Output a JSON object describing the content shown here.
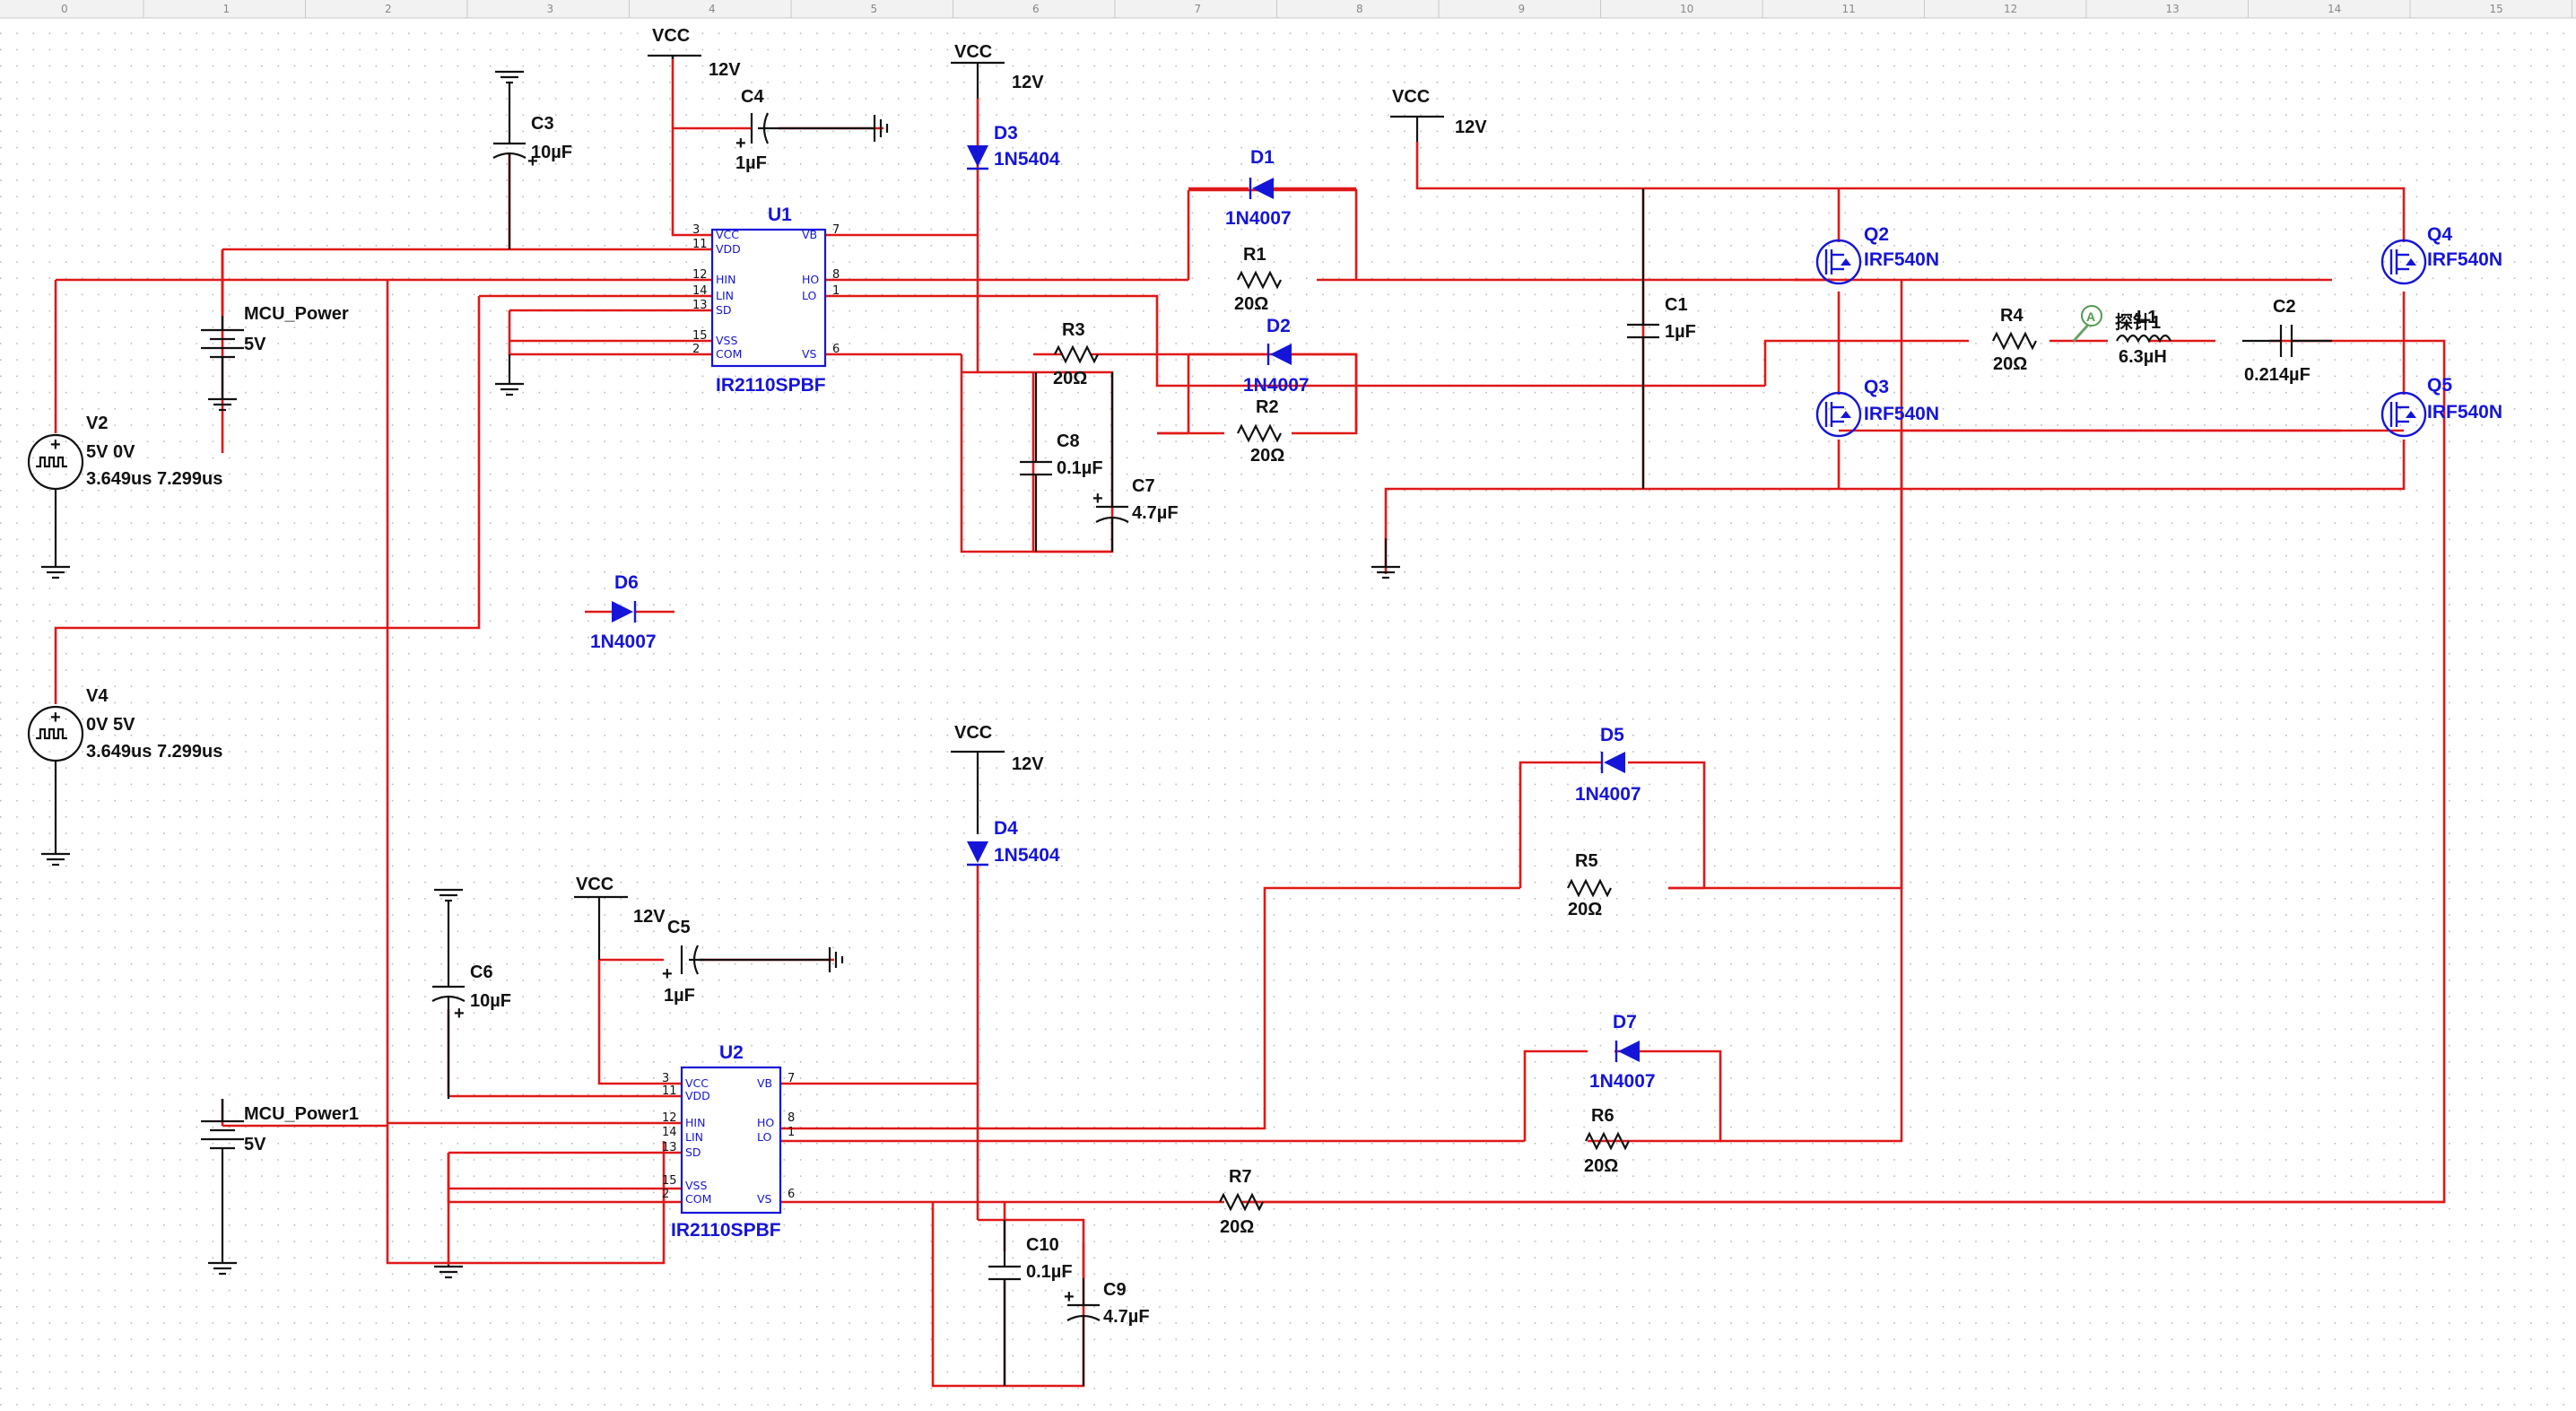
{
  "ruler": {
    "ticks": [
      "0",
      "1",
      "2",
      "3",
      "4",
      "5",
      "6",
      "7",
      "8",
      "9",
      "10",
      "11",
      "12",
      "13",
      "14",
      "15"
    ]
  },
  "supplies": {
    "vcc": "VCC",
    "v12": "12V"
  },
  "components": {
    "V2": {
      "ref": "V2",
      "p1": "5V 0V",
      "p2": "3.649us 7.299us"
    },
    "V4": {
      "ref": "V4",
      "p1": "0V 5V",
      "p2": "3.649us 7.299us"
    },
    "MCU1": {
      "ref": "MCU_Power",
      "val": "5V"
    },
    "MCU2": {
      "ref": "MCU_Power1",
      "val": "5V"
    },
    "C1": {
      "ref": "C1",
      "val": "1µF"
    },
    "C2": {
      "ref": "C2",
      "val": "0.214µF"
    },
    "C3": {
      "ref": "C3",
      "val": "10µF"
    },
    "C4": {
      "ref": "C4",
      "val": "1µF"
    },
    "C5": {
      "ref": "C5",
      "val": "1µF"
    },
    "C6": {
      "ref": "C6",
      "val": "10µF"
    },
    "C7": {
      "ref": "C7",
      "val": "4.7µF"
    },
    "C8": {
      "ref": "C8",
      "val": "0.1µF"
    },
    "C9": {
      "ref": "C9",
      "val": "4.7µF"
    },
    "C10": {
      "ref": "C10",
      "val": "0.1µF"
    },
    "R1": {
      "ref": "R1",
      "val": "20Ω"
    },
    "R2": {
      "ref": "R2",
      "val": "20Ω"
    },
    "R3": {
      "ref": "R3",
      "val": "20Ω"
    },
    "R4": {
      "ref": "R4",
      "val": "20Ω"
    },
    "R5": {
      "ref": "R5",
      "val": "20Ω"
    },
    "R6": {
      "ref": "R6",
      "val": "20Ω"
    },
    "R7": {
      "ref": "R7",
      "val": "20Ω"
    },
    "D1": {
      "ref": "D1",
      "val": "1N4007"
    },
    "D2": {
      "ref": "D2",
      "val": "1N4007"
    },
    "D3": {
      "ref": "D3",
      "val": "1N5404"
    },
    "D4": {
      "ref": "D4",
      "val": "1N5404"
    },
    "D5": {
      "ref": "D5",
      "val": "1N4007"
    },
    "D6": {
      "ref": "D6",
      "val": "1N4007"
    },
    "D7": {
      "ref": "D7",
      "val": "1N4007"
    },
    "Q2": {
      "ref": "Q2",
      "val": "IRF540N"
    },
    "Q3": {
      "ref": "Q3",
      "val": "IRF540N"
    },
    "Q4": {
      "ref": "Q4",
      "val": "IRF540N"
    },
    "Q5": {
      "ref": "Q5",
      "val": "IRF540N"
    },
    "L1": {
      "ref": "L1",
      "val": "6.3µH",
      "probe": "探针1"
    },
    "U1": {
      "ref": "U1",
      "val": "IR2110SPBF"
    },
    "U2": {
      "ref": "U2",
      "val": "IR2110SPBF"
    }
  },
  "ic_pins": {
    "left": [
      "VCC",
      "VDD",
      "HIN",
      "LIN",
      "SD",
      "VSS",
      "COM"
    ],
    "left_nums": [
      "3",
      "11",
      "12",
      "14",
      "13",
      "15",
      "2"
    ],
    "right": [
      "VB",
      "HO",
      "LO",
      "VS"
    ],
    "right_nums": [
      "7",
      "8",
      "1",
      "6"
    ]
  },
  "probe": {
    "letter": "A"
  }
}
